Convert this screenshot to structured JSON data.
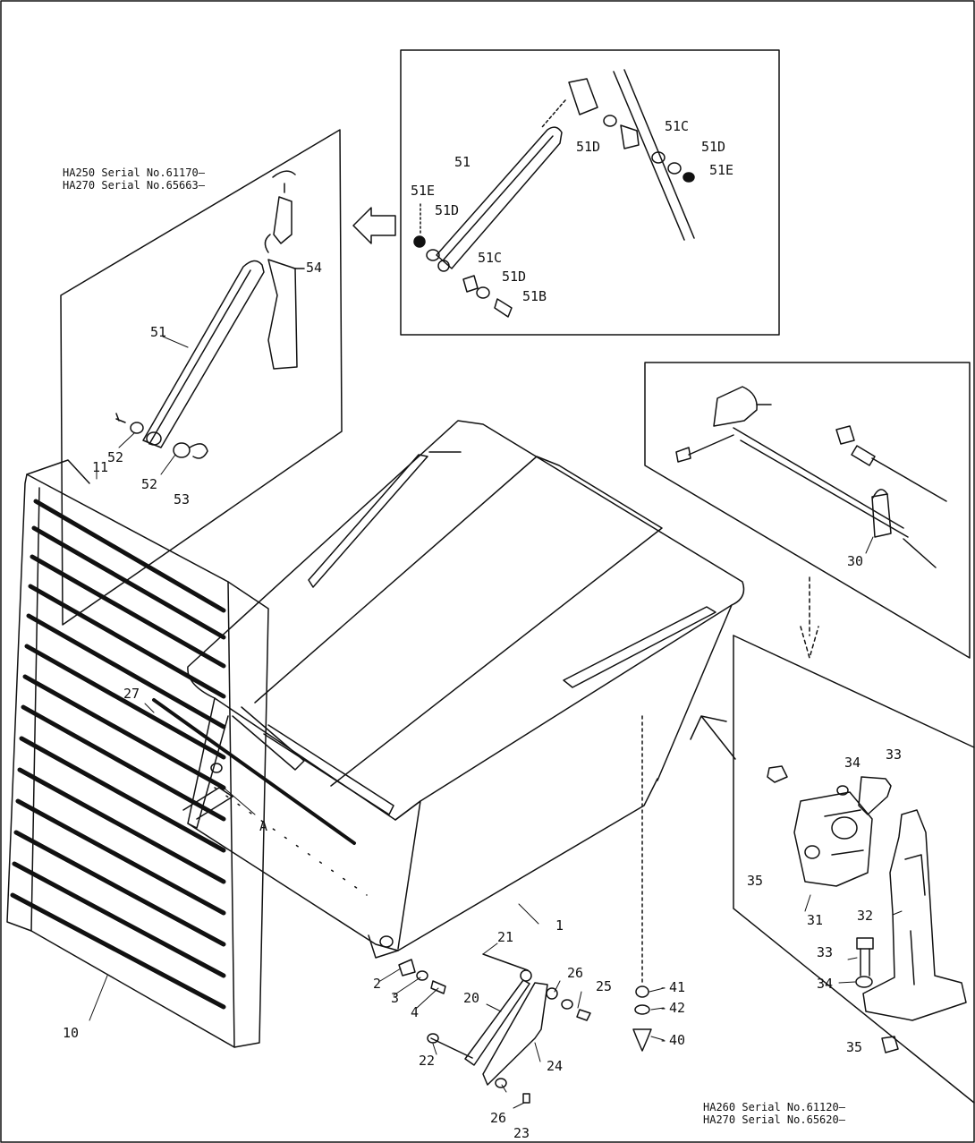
{
  "serial_notes": {
    "upper_left": [
      "HA250 Serial No.61170—",
      "HA270 Serial No.65663—"
    ],
    "lower_right": [
      "HA260 Serial No.61120—",
      "HA270 Serial No.65620—"
    ]
  },
  "callouts": {
    "c1": "1",
    "c2": "2",
    "c3": "3",
    "c4": "4",
    "c10": "10",
    "c11": "11",
    "c20": "20",
    "c21": "21",
    "c22": "22",
    "c23": "23",
    "c24": "24",
    "c25": "25",
    "c26a": "26",
    "c26b": "26",
    "c27": "27",
    "c30": "30",
    "c31": "31",
    "c32": "32",
    "c33a": "33",
    "c33b": "33",
    "c34a": "34",
    "c34b": "34",
    "c35a": "35",
    "c35b": "35",
    "c40": "40",
    "c41": "41",
    "c42": "42",
    "cA": "A",
    "l51": "51",
    "l52a": "52",
    "l52b": "52",
    "l53": "53",
    "l54": "54",
    "i51": "51",
    "i51b": "51B",
    "i51c1": "51C",
    "i51c2": "51C",
    "i51d1": "51D",
    "i51d2": "51D",
    "i51d3": "51D",
    "i51d4": "51D",
    "i51e1": "51E",
    "i51e2": "51E"
  }
}
